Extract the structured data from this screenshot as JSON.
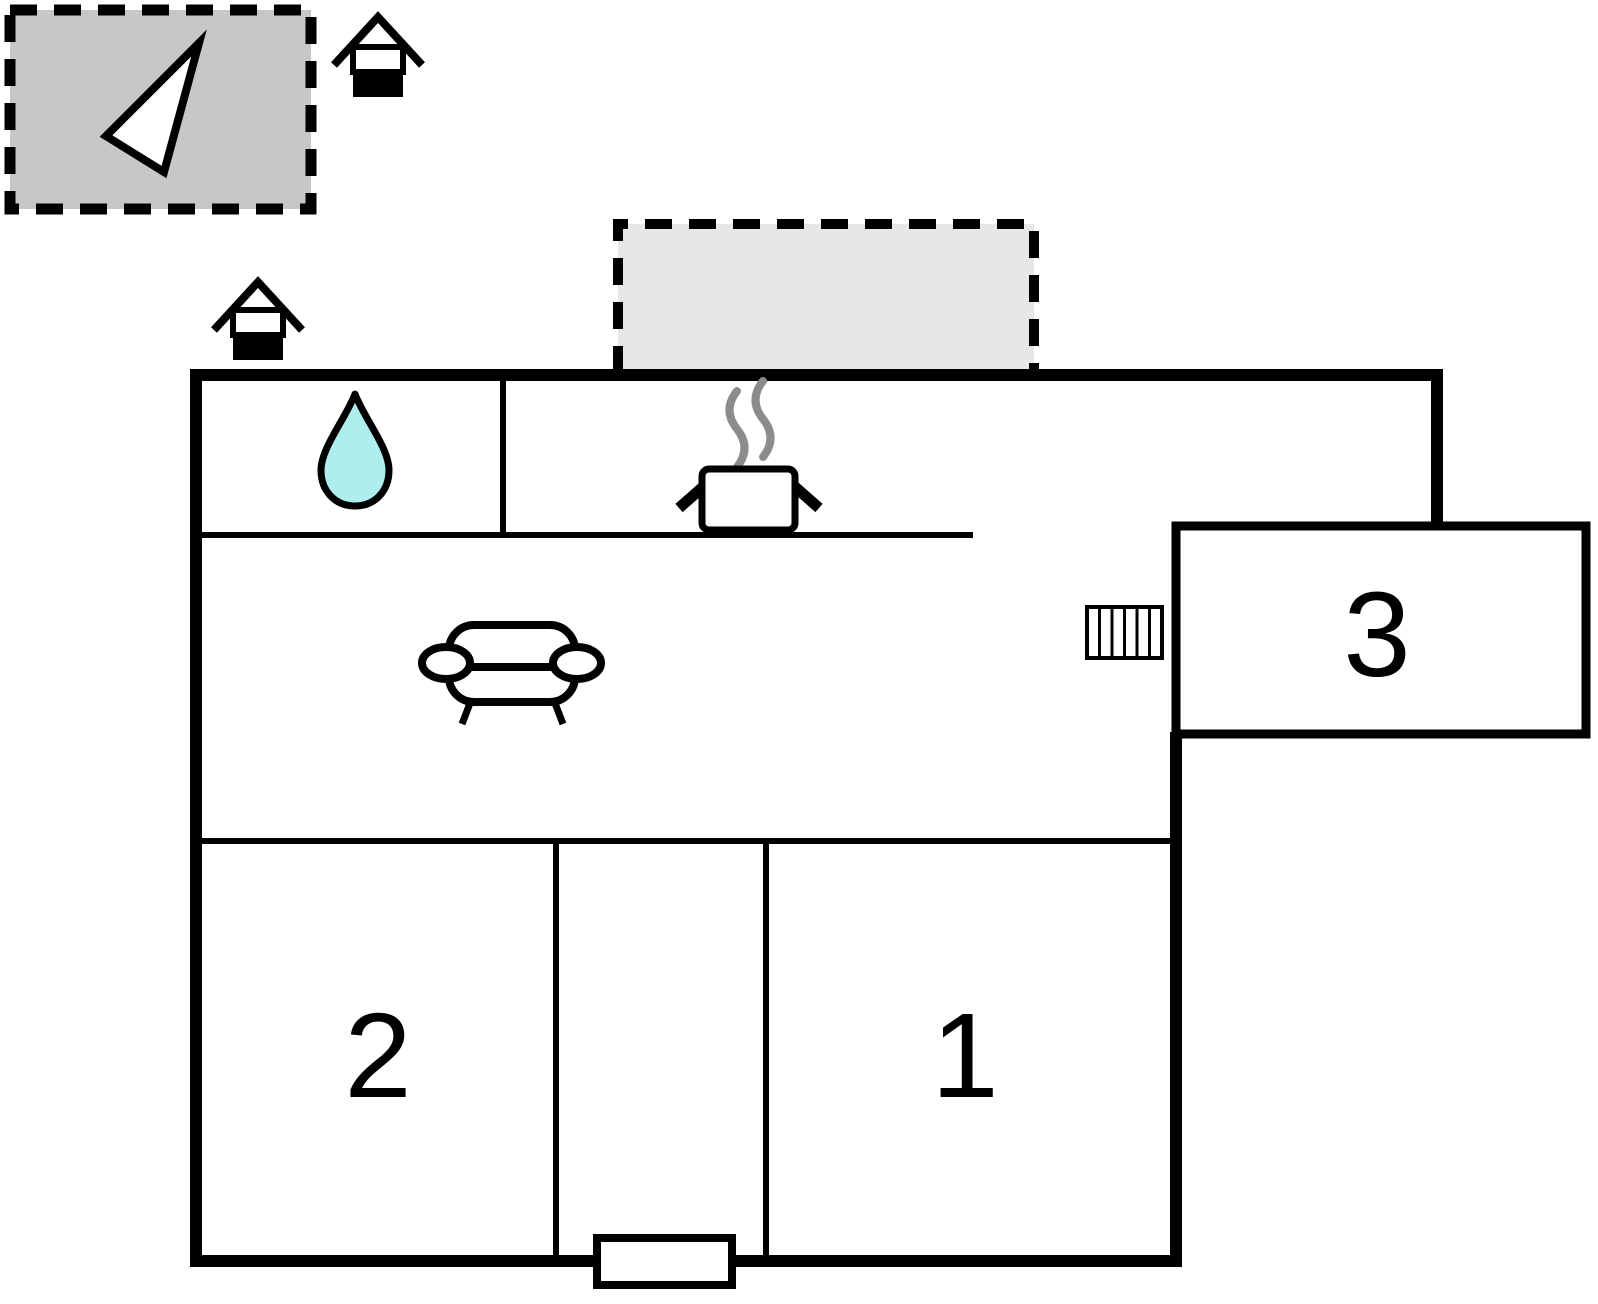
{
  "colors": {
    "wall": "#000000",
    "north_area_fill": "#c7c7c7",
    "terrace_fill": "#e7e7e7",
    "water_drop_fill": "#aeeeee",
    "steam": "#8c8c8c",
    "paper": "#ffffff"
  },
  "floor_plan": {
    "rooms": [
      {
        "label": "1"
      },
      {
        "label": "2"
      },
      {
        "label": "3"
      }
    ],
    "icons": {
      "north_arrow": "north-arrow-icon",
      "chimney_top_right": "chimney-vent-icon",
      "chimney_above_bathroom": "chimney-vent-icon",
      "water_drop": "water-drop-icon",
      "cooking_pot": "cooking-pot-icon",
      "steam": "steam-icon",
      "sofa": "sofa-icon",
      "radiator": "radiator-icon",
      "entrance": "entrance-door",
      "terrace": "terrace-area",
      "north_box": "north-orientation-area"
    }
  }
}
